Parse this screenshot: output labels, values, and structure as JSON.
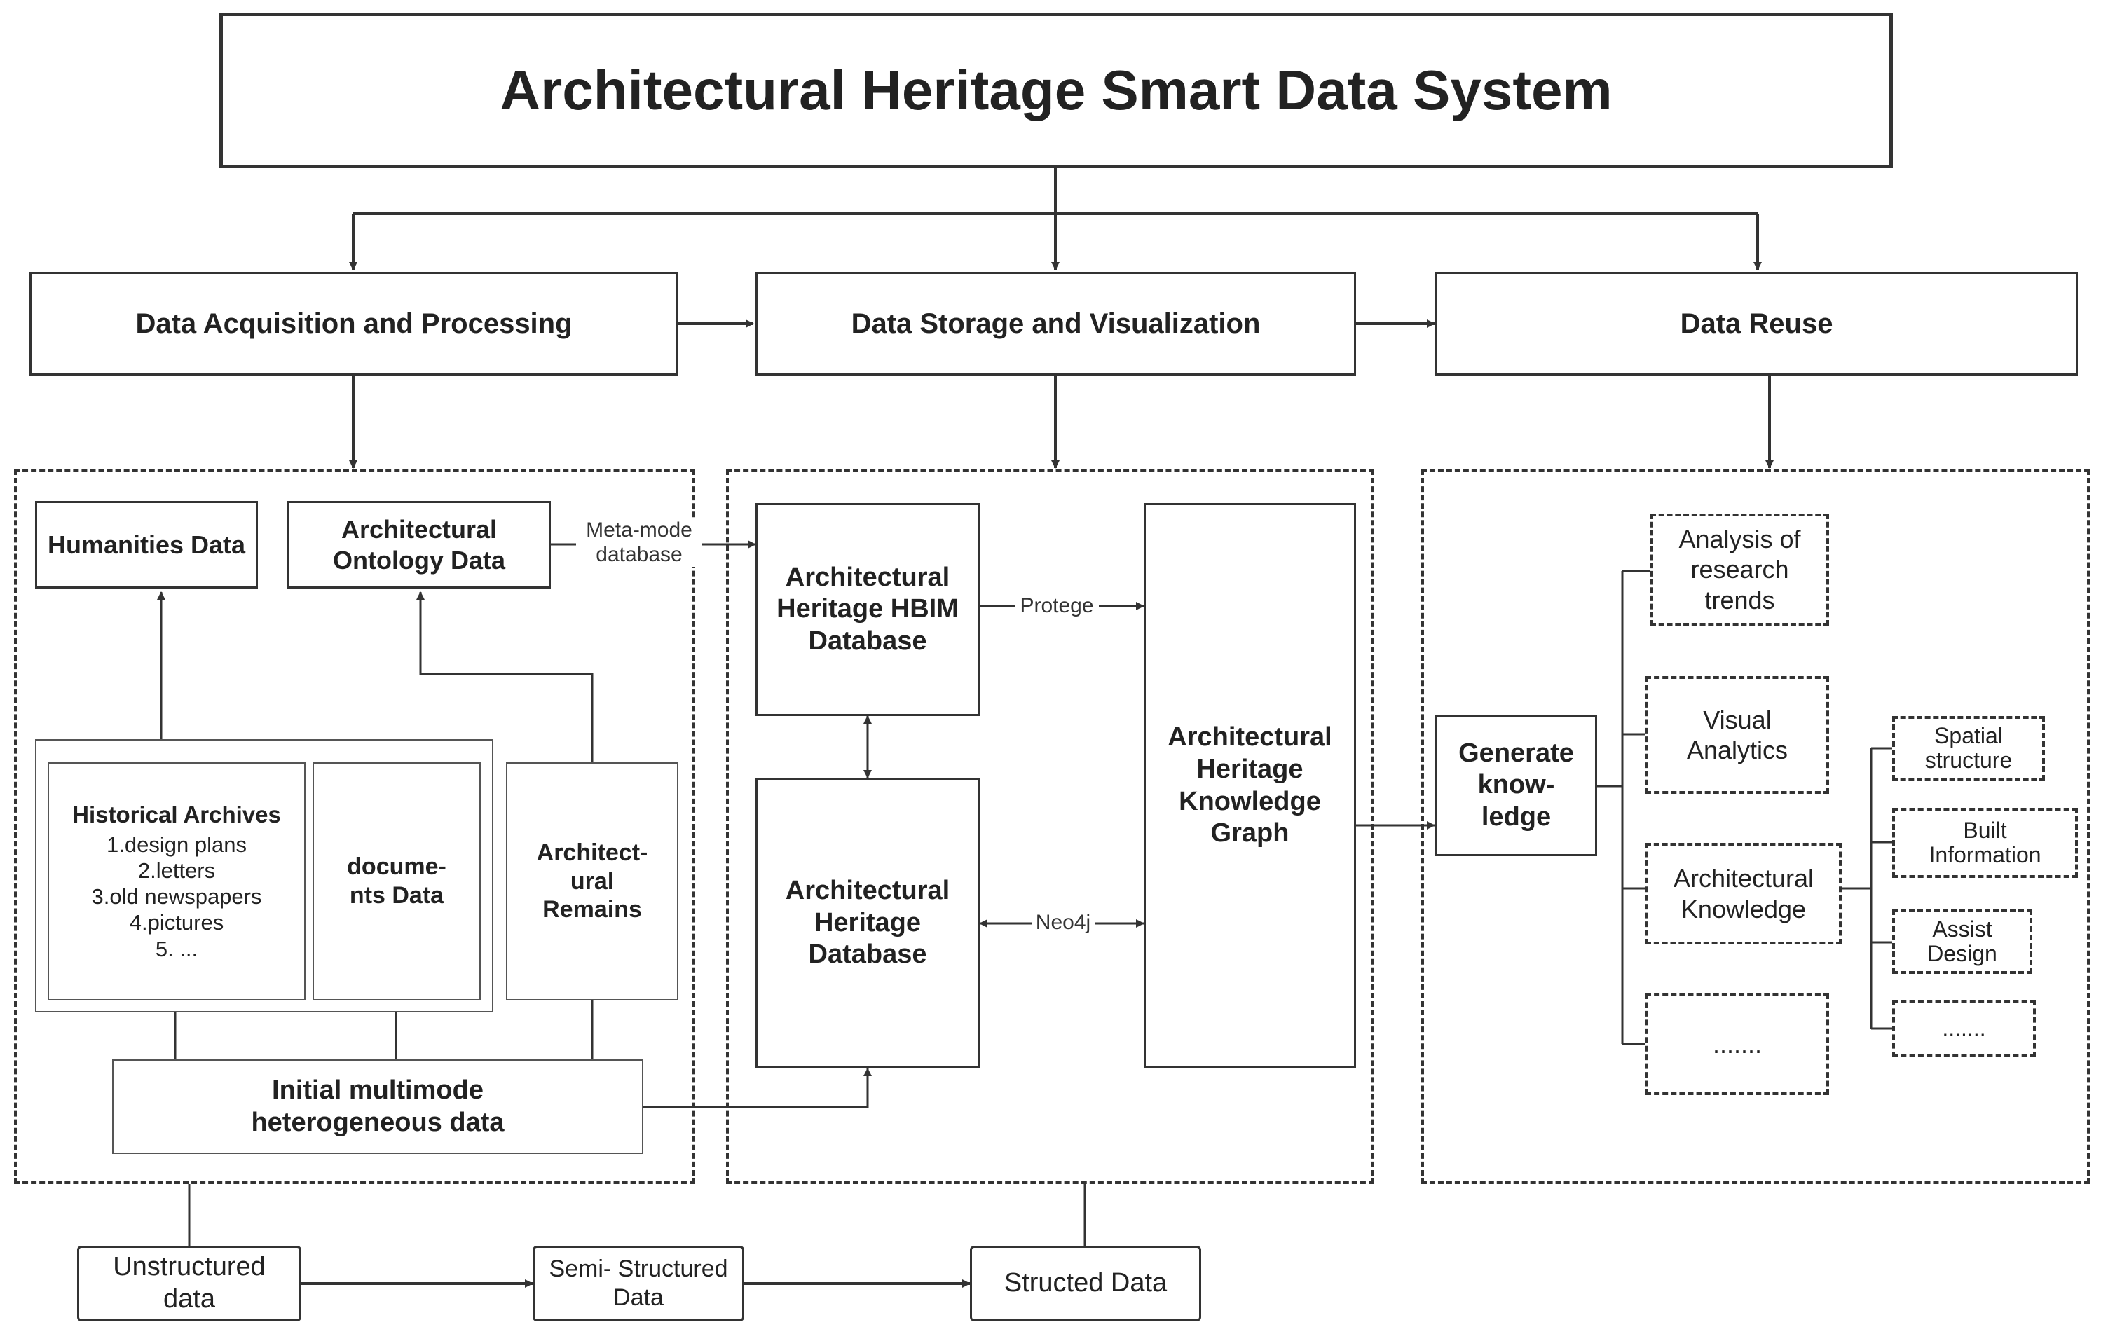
{
  "title": "Architectural Heritage Smart Data System",
  "sections": {
    "acquisition": "Data Acquisition and Processing",
    "storage": "Data Storage and Visualization",
    "reuse": "Data Reuse"
  },
  "acq": {
    "humanities": "Humanities Data",
    "ontology": "Architectural Ontology Data",
    "meta_label": "Meta-mode database",
    "archives_title": "Historical Archives",
    "archives_items": [
      "1.design plans",
      "2.letters",
      "3.old newspapers",
      "4.pictures",
      "5. ..."
    ],
    "documents": "docume- nts Data",
    "remains": "Architect- ural Remains",
    "initial": "Initial multimode heterogeneous data"
  },
  "storage": {
    "hbim": "Architectural Heritage HBIM Database",
    "database": "Architectural Heritage Database",
    "kg": "Architectural Heritage Knowledge Graph",
    "protege": "Protege",
    "neo4j": "Neo4j"
  },
  "reuse": {
    "generate": "Generate know- ledge",
    "analysis": "Analysis of research trends",
    "visual": "Visual Analytics",
    "arch_knowledge": "Architectural Knowledge",
    "more": ".......",
    "spatial": "Spatial structure",
    "built": "Built Information",
    "assist": "Assist Design",
    "more2": "......."
  },
  "bottom": {
    "unstructured": "Unstructured data",
    "semi": "Semi- Structured Data",
    "structured": "Structed Data"
  }
}
